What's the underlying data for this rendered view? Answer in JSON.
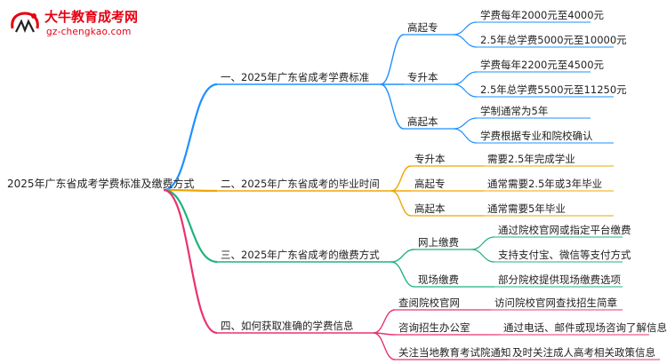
{
  "logo": {
    "title": "大牛教育成考网",
    "url": "gz-chengkao.com"
  },
  "root": "2025年广东省成考学费标准及缴费方式",
  "colors": {
    "b1": "#1e90ff",
    "b2": "#f0a500",
    "b3": "#1fb37a",
    "b4": "#e8336f"
  },
  "branches": [
    {
      "label": "一、2025年广东省成考学费标准",
      "children": [
        {
          "label": "高起专",
          "leaves": [
            "学费每年2000元至4000元",
            "2.5年总学费5000元至10000元"
          ]
        },
        {
          "label": "专升本",
          "leaves": [
            "学费每年2200元至4500元",
            "2.5年总学费5500元至11250元"
          ]
        },
        {
          "label": "高起本",
          "leaves": [
            "学制通常为5年",
            "学费根据专业和院校确认"
          ]
        }
      ]
    },
    {
      "label": "二、2025年广东省成考的毕业时间",
      "children": [
        {
          "label": "专升本",
          "leaves": [
            "需要2.5年完成学业"
          ]
        },
        {
          "label": "高起专",
          "leaves": [
            "通常需要2.5年或3年毕业"
          ]
        },
        {
          "label": "高起本",
          "leaves": [
            "通常需要5年毕业"
          ]
        }
      ]
    },
    {
      "label": "三、2025年广东省成考的缴费方式",
      "children": [
        {
          "label": "网上缴费",
          "leaves": [
            "通过院校官网或指定平台缴费",
            "支持支付宝、微信等支付方式"
          ]
        },
        {
          "label": "现场缴费",
          "leaves": [
            "部分院校提供现场缴费选项"
          ]
        }
      ]
    },
    {
      "label": "四、如何获取准确的学费信息",
      "children": [
        {
          "label": "查阅院校官网",
          "leaves": [
            "访问院校官网查找招生简章"
          ]
        },
        {
          "label": "咨询招生办公室",
          "leaves": [
            "通过电话、邮件或现场咨询了解信息"
          ]
        },
        {
          "label": "关注当地教育考试院通知",
          "leaves": [
            "及时关注成人高考相关政策信息"
          ]
        }
      ]
    }
  ]
}
